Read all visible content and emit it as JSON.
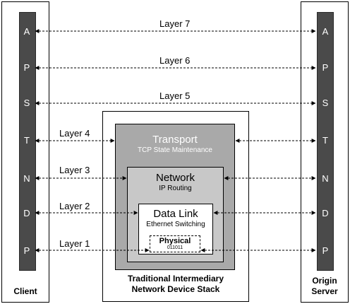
{
  "client": {
    "label": "Client",
    "layers": [
      "A",
      "P",
      "S",
      "T",
      "N",
      "D",
      "P"
    ]
  },
  "server": {
    "label": "Origin\nServer",
    "layers": [
      "A",
      "P",
      "S",
      "T",
      "N",
      "D",
      "P"
    ]
  },
  "arrows": [
    "Layer 7",
    "Layer 6",
    "Layer 5",
    "Layer 4",
    "Layer 3",
    "Layer 2",
    "Layer 1"
  ],
  "device": {
    "caption": "Traditional Intermediary\nNetwork Device Stack",
    "transport": {
      "title": "Transport",
      "sub": "TCP State Maintenance"
    },
    "network": {
      "title": "Network",
      "sub": "IP Routing"
    },
    "datalink": {
      "title": "Data Link",
      "sub": "Ethernet Switching"
    },
    "physical": {
      "title": "Physical",
      "sub": "011011"
    }
  },
  "colors": {
    "bar": "#4a4a4a",
    "transport": "#a9a9a9",
    "network": "#c8c8c8",
    "datalink": "#ffffff",
    "physical": "#ffffff"
  }
}
